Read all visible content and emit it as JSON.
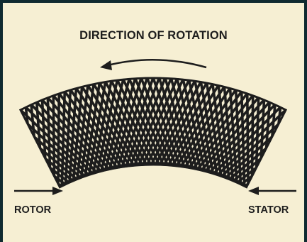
{
  "title": "DIRECTION OF ROTATION",
  "labels": {
    "rotor": "ROTOR",
    "stator": "STATOR"
  },
  "icons": {
    "rotation_arrow": "curved-arrow-left",
    "rotor_arrow": "arrow-right",
    "stator_arrow": "arrow-left"
  },
  "colors": {
    "background": "#f6efd3",
    "border": "#0f2a30",
    "ink": "#1d1d1d"
  }
}
